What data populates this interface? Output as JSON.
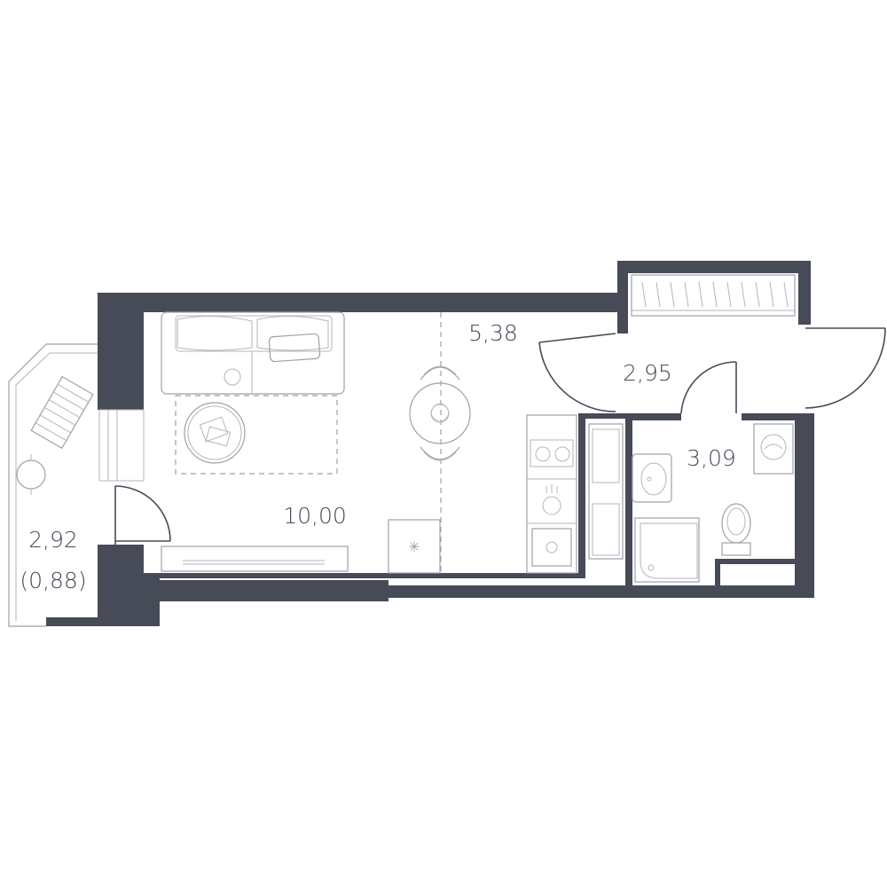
{
  "rooms": {
    "balcony": {
      "area": "2,92",
      "reduced_area": "(0,88)"
    },
    "living": {
      "area": "10,00"
    },
    "kitchen": {
      "area": "5,38"
    },
    "hall": {
      "area": "2,95"
    },
    "bathroom": {
      "area": "3,09"
    }
  },
  "colors": {
    "wall": "#474b57",
    "furniture": "#9ea1aa"
  }
}
